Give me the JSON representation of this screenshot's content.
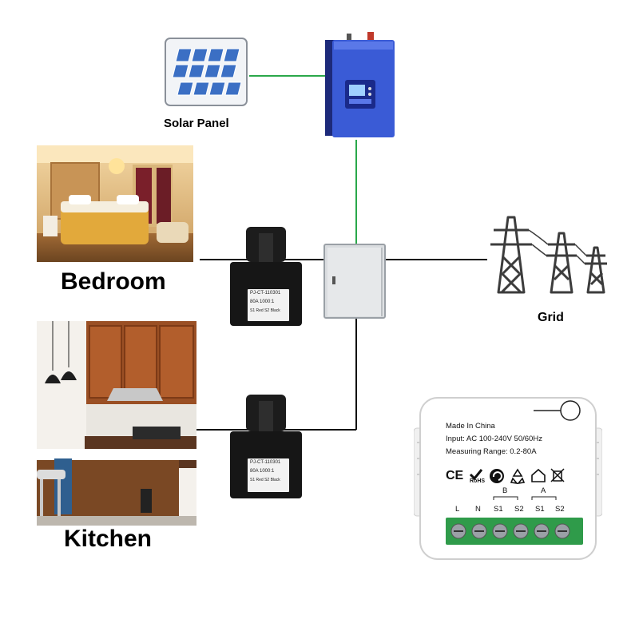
{
  "labels": {
    "solar_panel": "Solar Panel",
    "bedroom": "Bedroom",
    "kitchen": "Kitchen",
    "grid": "Grid"
  },
  "ct_clamp": {
    "model": "PJ-CT-110301",
    "rating": "80A 1000:1",
    "wires": "S1 Red  S2 Black"
  },
  "device": {
    "made_in": "Made In China",
    "input": "Input: AC 100-240V 50/60Hz",
    "range": "Measuring Range: 0.2-80A",
    "ce_mark": "CE",
    "rohs_mark": "RoHS",
    "group_b": "B",
    "group_a": "A",
    "terminals": [
      "L",
      "N",
      "S1",
      "S2",
      "S1",
      "S2"
    ]
  },
  "colors": {
    "solar_wire": "#2aa84a",
    "ac_wire": "#111111",
    "inverter_blue": "#3a5bd6",
    "terminal_green": "#2f9b4a"
  }
}
